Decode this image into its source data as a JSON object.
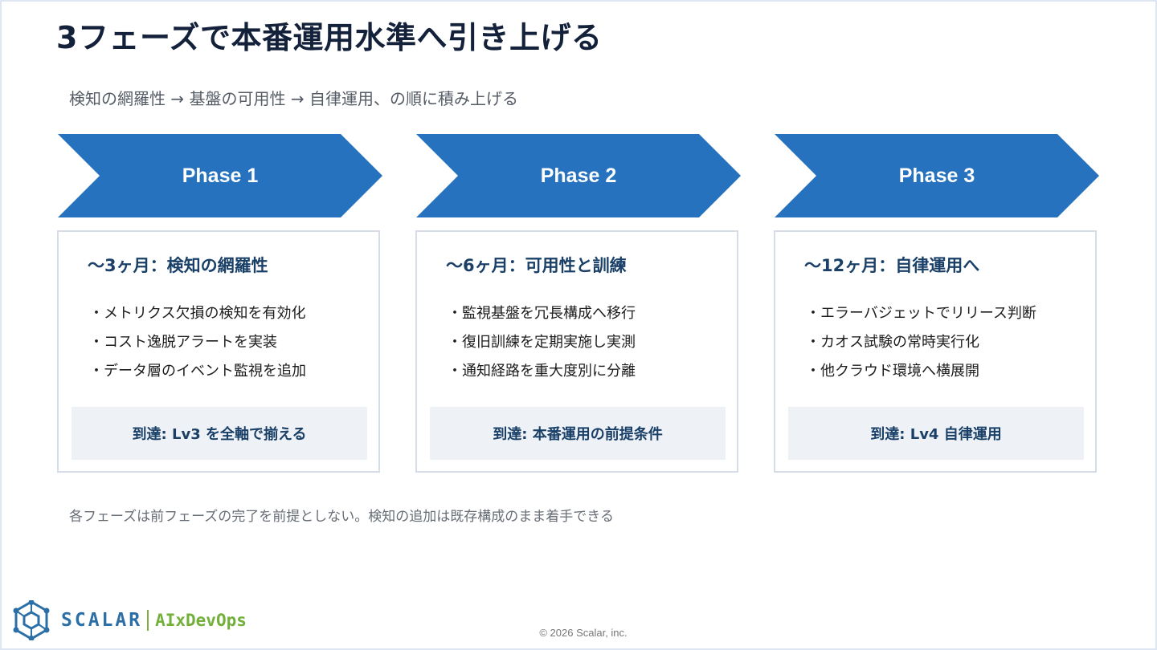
{
  "title": "3フェーズで本番運用水準へ引き上げる",
  "subtitle": "検知の網羅性 → 基盤の可用性 → 自律運用、の順に積み上げる",
  "accent_color": "#2672be",
  "phases": [
    {
      "label": "Phase 1",
      "heading": "〜3ヶ月：検知の網羅性",
      "items": [
        "メトリクス欠損の検知を有効化",
        "コスト逸脱アラートを実装",
        "データ層のイベント監視を追加"
      ],
      "goal": "到達: Lv3 を全軸で揃える"
    },
    {
      "label": "Phase 2",
      "heading": "〜6ヶ月：可用性と訓練",
      "items": [
        "監視基盤を冗長構成へ移行",
        "復旧訓練を定期実施し実測",
        "通知経路を重大度別に分離"
      ],
      "goal": "到達: 本番運用の前提条件"
    },
    {
      "label": "Phase 3",
      "heading": "〜12ヶ月：自律運用へ",
      "items": [
        "エラーバジェットでリリース判断",
        "カオス試験の常時実行化",
        "他クラウド環境へ横展開"
      ],
      "goal": "到達: Lv4 自律運用"
    }
  ],
  "footnote": "各フェーズは前フェーズの完了を前提としない。検知の追加は既存構成のまま着手できる",
  "footer": {
    "brand": "SCALAR",
    "sub": "AIxDevOps",
    "copyright": "© 2026 Scalar, inc.",
    "logo_icon": "scalar-logo-icon"
  }
}
